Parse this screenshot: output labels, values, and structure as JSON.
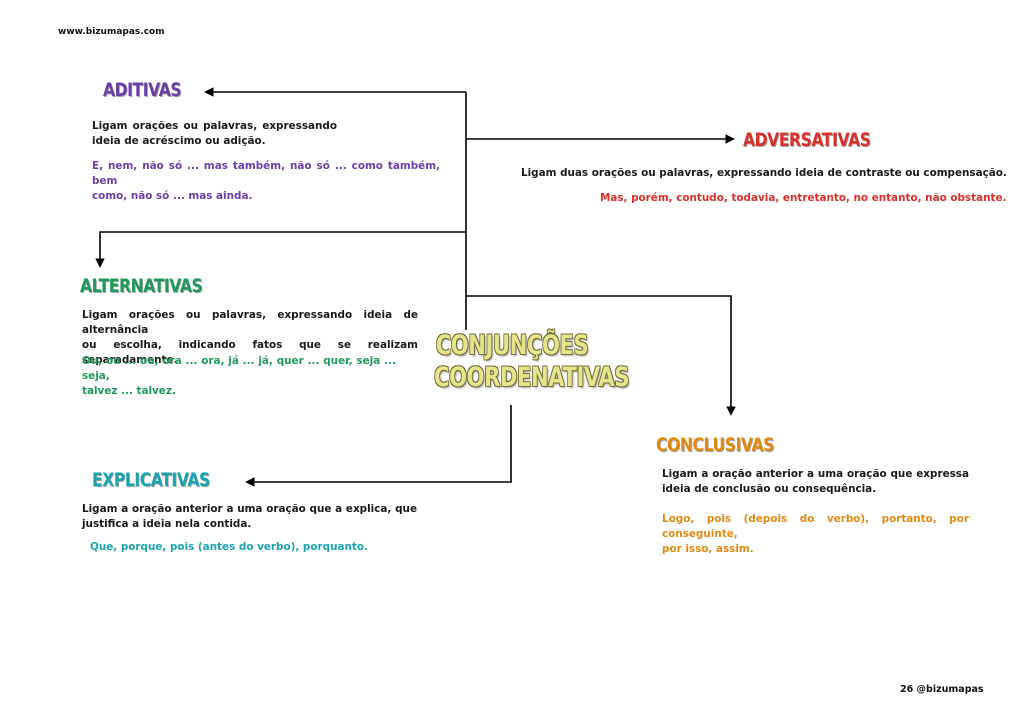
{
  "header": {
    "site": "www.bizumapas.com"
  },
  "footer": {
    "page": "26",
    "handle": "@bizumapas"
  },
  "center": {
    "line1": "CONJUNÇÕES",
    "line2": "COORDENATIVAS"
  },
  "colors": {
    "aditivas": "#6b3fa8",
    "adversativas": "#d9302a",
    "alternativas": "#1f9a5a",
    "conclusivas": "#e08a12",
    "explicativas": "#1aa3b0",
    "center": "#e6e38a"
  },
  "aditivas": {
    "title": "ADITIVAS",
    "desc_line1": "Ligam orações ou palavras, expressando",
    "desc_line2": "ideia de acréscimo ou adição.",
    "ex_line1": "E, nem, não só ... mas também, não só ... como também, bem",
    "ex_line2": "como, não só ... mas ainda."
  },
  "adversativas": {
    "title": "ADVERSATIVAS",
    "desc": "Ligam duas orações ou palavras, expressando ideia de contraste ou compensação.",
    "ex": "Mas, porém, contudo, todavia, entretanto, no entanto, não obstante."
  },
  "alternativas": {
    "title": "ALTERNATIVAS",
    "desc_line1": "Ligam orações ou palavras, expressando ideia de alternância",
    "desc_line2": "ou escolha, indicando fatos que se realizam separadamente.",
    "ex_line1": "Ou, ou ... ou, ora ... ora, já ... já, quer ... quer, seja ... seja,",
    "ex_line2": "talvez ... talvez."
  },
  "conclusivas": {
    "title": "CONCLUSIVAS",
    "desc_line1": "Ligam a oração anterior a uma oração que expressa",
    "desc_line2": "ideia de conclusão ou consequência.",
    "ex_line1": "Logo, pois (depois do verbo), portanto, por conseguinte,",
    "ex_line2": "por isso, assim."
  },
  "explicativas": {
    "title": "EXPLICATIVAS",
    "desc_line1": "Ligam a oração anterior a uma oração que a explica, que",
    "desc_line2": "justifica a ideia nela contida.",
    "ex": "Que, porque, pois (antes do verbo), porquanto."
  }
}
